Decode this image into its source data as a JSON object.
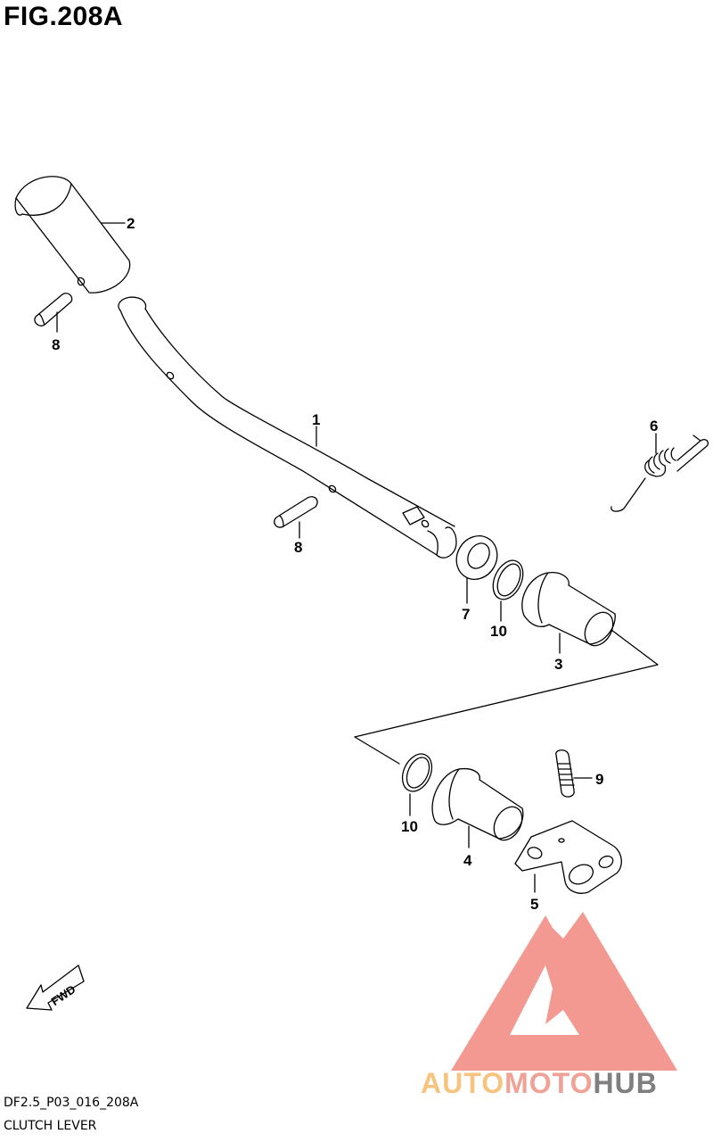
{
  "figure": {
    "title": "FIG.208A",
    "code": "DF2.5_P03_016_208A",
    "caption": "CLUTCH LEVER"
  },
  "callouts": [
    "1",
    "2",
    "3",
    "4",
    "5",
    "6",
    "7",
    "8",
    "8",
    "9",
    "10",
    "10"
  ],
  "fwd_label": "FWD",
  "watermark": {
    "part1": "AUTO",
    "part2": "MOTO",
    "part3": "HUB",
    "colors": [
      "#f6c47f",
      "#f1a296",
      "#7f7f7f"
    ]
  },
  "colors": {
    "line": "#000000",
    "logo_red": "#ee5a4f"
  }
}
